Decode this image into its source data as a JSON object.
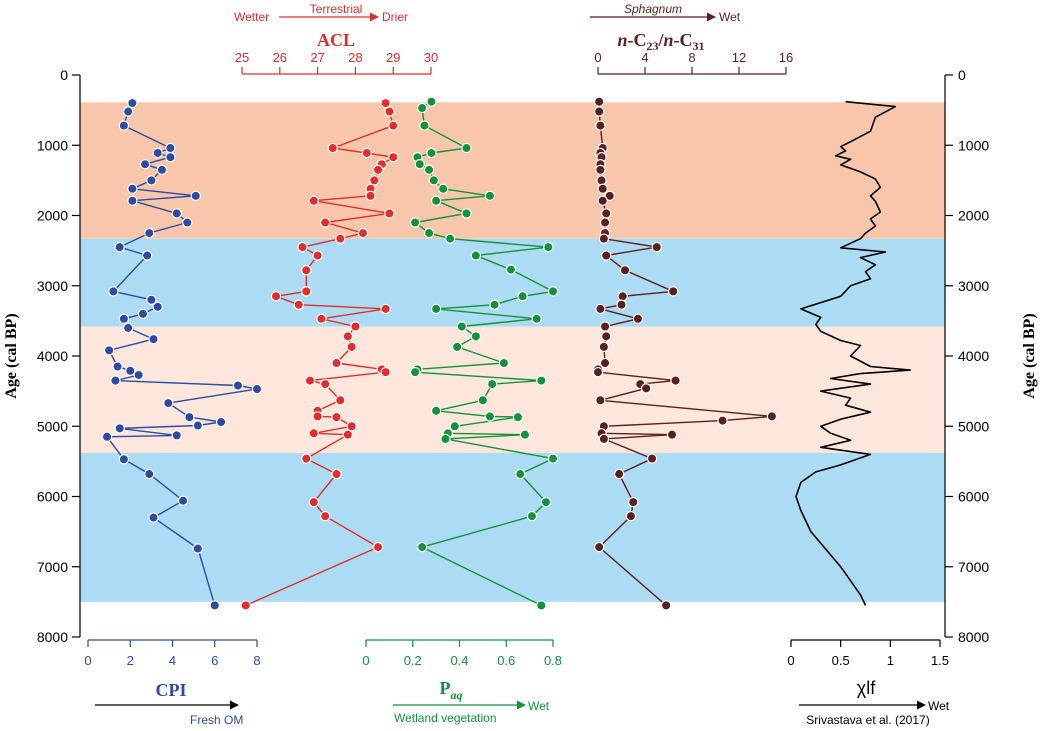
{
  "chart_data": {
    "type": "line",
    "y_axis": {
      "label": "Age (cal BP)",
      "ticks": [
        "0",
        "1000",
        "2000",
        "3000",
        "4000",
        "5000",
        "6000",
        "7000",
        "8000"
      ],
      "range": [
        0,
        8000
      ],
      "inverted": true
    },
    "zones": [
      {
        "from": 390,
        "to": 2330,
        "color": "#f8c6aa"
      },
      {
        "from": 2330,
        "to": 3580,
        "color": "#acdcf4"
      },
      {
        "from": 3580,
        "to": 5380,
        "color": "#fde6dc"
      },
      {
        "from": 5380,
        "to": 7500,
        "color": "#acdcf4"
      }
    ],
    "series": [
      {
        "name": "CPI",
        "color": "#2e4aa3",
        "xlim": [
          0,
          8
        ],
        "tick_labels": [
          "0",
          "2",
          "4",
          "6",
          "8"
        ],
        "axis": "bottom",
        "arrow_note": "Fresh OM",
        "points": [
          [
            2.1,
            400
          ],
          [
            1.9,
            520
          ],
          [
            1.7,
            720
          ],
          [
            3.9,
            1040
          ],
          [
            3.3,
            1110
          ],
          [
            3.9,
            1170
          ],
          [
            2.7,
            1270
          ],
          [
            3.5,
            1350
          ],
          [
            3.0,
            1500
          ],
          [
            2.1,
            1620
          ],
          [
            5.1,
            1720
          ],
          [
            2.1,
            1790
          ],
          [
            4.2,
            1970
          ],
          [
            4.7,
            2100
          ],
          [
            2.9,
            2250
          ],
          [
            1.5,
            2450
          ],
          [
            2.8,
            2570
          ],
          [
            1.2,
            3080
          ],
          [
            3.0,
            3200
          ],
          [
            3.3,
            3300
          ],
          [
            2.6,
            3400
          ],
          [
            1.7,
            3470
          ],
          [
            1.9,
            3600
          ],
          [
            3.1,
            3760
          ],
          [
            1.0,
            3920
          ],
          [
            1.4,
            4150
          ],
          [
            2.0,
            4210
          ],
          [
            2.4,
            4270
          ],
          [
            1.3,
            4350
          ],
          [
            7.1,
            4420
          ],
          [
            8.0,
            4470
          ],
          [
            3.8,
            4670
          ],
          [
            4.8,
            4870
          ],
          [
            6.3,
            4940
          ],
          [
            5.2,
            4990
          ],
          [
            1.5,
            5030
          ],
          [
            4.2,
            5130
          ],
          [
            0.9,
            5150
          ],
          [
            1.7,
            5470
          ],
          [
            2.9,
            5680
          ],
          [
            4.5,
            6060
          ],
          [
            3.1,
            6300
          ],
          [
            5.2,
            6740
          ],
          [
            6.0,
            7550
          ]
        ]
      },
      {
        "name": "ACL",
        "color": "#e32d2d",
        "xlim": [
          25,
          30
        ],
        "tick_labels": [
          "25",
          "26",
          "27",
          "28",
          "29",
          "30"
        ],
        "axis": "top",
        "arrow_note": "Terrestrial",
        "left_note": "Wetter",
        "right_note": "Drier",
        "points": [
          [
            28.8,
            400
          ],
          [
            28.9,
            520
          ],
          [
            29.0,
            720
          ],
          [
            27.4,
            1040
          ],
          [
            28.3,
            1110
          ],
          [
            29.0,
            1170
          ],
          [
            28.7,
            1270
          ],
          [
            28.6,
            1350
          ],
          [
            28.5,
            1500
          ],
          [
            28.4,
            1620
          ],
          [
            28.4,
            1720
          ],
          [
            26.9,
            1790
          ],
          [
            28.9,
            1970
          ],
          [
            27.2,
            2100
          ],
          [
            28.2,
            2250
          ],
          [
            27.6,
            2330
          ],
          [
            26.6,
            2450
          ],
          [
            27.0,
            2570
          ],
          [
            26.7,
            2780
          ],
          [
            26.7,
            3080
          ],
          [
            25.9,
            3150
          ],
          [
            26.5,
            3270
          ],
          [
            28.8,
            3330
          ],
          [
            27.1,
            3470
          ],
          [
            28.0,
            3580
          ],
          [
            27.8,
            3720
          ],
          [
            27.9,
            3870
          ],
          [
            27.5,
            4100
          ],
          [
            28.7,
            4190
          ],
          [
            28.8,
            4230
          ],
          [
            26.8,
            4350
          ],
          [
            27.2,
            4400
          ],
          [
            27.6,
            4630
          ],
          [
            27.0,
            4780
          ],
          [
            27.0,
            4860
          ],
          [
            27.5,
            4870
          ],
          [
            27.9,
            5000
          ],
          [
            26.9,
            5100
          ],
          [
            27.8,
            5120
          ],
          [
            26.7,
            5460
          ],
          [
            27.5,
            5680
          ],
          [
            26.9,
            6080
          ],
          [
            27.2,
            6280
          ],
          [
            28.6,
            6720
          ],
          [
            25.1,
            7550
          ]
        ]
      },
      {
        "name": "P_aq",
        "color": "#14923a",
        "xlim": [
          0,
          0.8
        ],
        "tick_labels": [
          "0",
          "0.2",
          "0.4",
          "0.6",
          "0.8"
        ],
        "axis": "bottom",
        "arrow_note": "Wetland vegetation",
        "right_note": "Wet",
        "points": [
          [
            0.28,
            380
          ],
          [
            0.24,
            470
          ],
          [
            0.25,
            720
          ],
          [
            0.43,
            1040
          ],
          [
            0.28,
            1110
          ],
          [
            0.22,
            1170
          ],
          [
            0.23,
            1270
          ],
          [
            0.27,
            1350
          ],
          [
            0.29,
            1500
          ],
          [
            0.33,
            1620
          ],
          [
            0.53,
            1720
          ],
          [
            0.3,
            1790
          ],
          [
            0.43,
            1970
          ],
          [
            0.21,
            2100
          ],
          [
            0.27,
            2250
          ],
          [
            0.36,
            2330
          ],
          [
            0.78,
            2450
          ],
          [
            0.47,
            2570
          ],
          [
            0.62,
            2770
          ],
          [
            0.8,
            3080
          ],
          [
            0.67,
            3150
          ],
          [
            0.55,
            3270
          ],
          [
            0.3,
            3330
          ],
          [
            0.73,
            3470
          ],
          [
            0.41,
            3580
          ],
          [
            0.47,
            3720
          ],
          [
            0.39,
            3870
          ],
          [
            0.59,
            4100
          ],
          [
            0.22,
            4190
          ],
          [
            0.21,
            4230
          ],
          [
            0.75,
            4350
          ],
          [
            0.54,
            4400
          ],
          [
            0.5,
            4630
          ],
          [
            0.3,
            4780
          ],
          [
            0.53,
            4860
          ],
          [
            0.65,
            4870
          ],
          [
            0.38,
            5000
          ],
          [
            0.35,
            5100
          ],
          [
            0.68,
            5120
          ],
          [
            0.34,
            5180
          ],
          [
            0.8,
            5460
          ],
          [
            0.66,
            5680
          ],
          [
            0.77,
            6080
          ],
          [
            0.71,
            6280
          ],
          [
            0.24,
            6720
          ],
          [
            0.75,
            7550
          ]
        ]
      },
      {
        "name": "n-C23/n-C31",
        "color": "#5a1f1f",
        "xlim": [
          0,
          16
        ],
        "tick_labels": [
          "0",
          "4",
          "8",
          "12",
          "16"
        ],
        "axis": "top",
        "arrow_note": "Sphagnum",
        "right_note": "Wet",
        "points": [
          [
            0.1,
            380
          ],
          [
            0.1,
            520
          ],
          [
            0.2,
            720
          ],
          [
            0.4,
            1040
          ],
          [
            0.2,
            1110
          ],
          [
            0.3,
            1170
          ],
          [
            0.2,
            1270
          ],
          [
            0.2,
            1350
          ],
          [
            0.3,
            1500
          ],
          [
            0.4,
            1620
          ],
          [
            1.0,
            1720
          ],
          [
            0.4,
            1790
          ],
          [
            0.7,
            1970
          ],
          [
            0.6,
            2100
          ],
          [
            0.6,
            2250
          ],
          [
            0.5,
            2330
          ],
          [
            5.0,
            2450
          ],
          [
            0.7,
            2570
          ],
          [
            2.3,
            2780
          ],
          [
            6.4,
            3080
          ],
          [
            2.1,
            3150
          ],
          [
            2.0,
            3270
          ],
          [
            0.2,
            3330
          ],
          [
            3.4,
            3470
          ],
          [
            0.6,
            3580
          ],
          [
            0.7,
            3720
          ],
          [
            0.5,
            3870
          ],
          [
            0.6,
            4100
          ],
          [
            0.0,
            4190
          ],
          [
            0.0,
            4230
          ],
          [
            6.6,
            4350
          ],
          [
            3.6,
            4400
          ],
          [
            4.1,
            4460
          ],
          [
            0.2,
            4630
          ],
          [
            14.8,
            4860
          ],
          [
            10.6,
            4920
          ],
          [
            0.5,
            5000
          ],
          [
            0.3,
            5100
          ],
          [
            6.3,
            5120
          ],
          [
            0.5,
            5180
          ],
          [
            4.6,
            5460
          ],
          [
            1.8,
            5680
          ],
          [
            3.0,
            6080
          ],
          [
            2.8,
            6280
          ],
          [
            0.1,
            6720
          ],
          [
            5.8,
            7550
          ]
        ]
      },
      {
        "name": "χlf",
        "color": "#000000",
        "xlim": [
          0,
          1.5
        ],
        "tick_labels": [
          "0",
          "0.5",
          "1",
          "1.5"
        ],
        "axis": "bottom",
        "arrow_note": "Wet",
        "citation": "Srivastava et al. (2017)",
        "points": [
          [
            0.55,
            380
          ],
          [
            1.05,
            450
          ],
          [
            0.85,
            600
          ],
          [
            0.8,
            800
          ],
          [
            0.6,
            950
          ],
          [
            0.5,
            1020
          ],
          [
            0.55,
            1080
          ],
          [
            0.45,
            1150
          ],
          [
            0.6,
            1200
          ],
          [
            0.5,
            1280
          ],
          [
            0.7,
            1380
          ],
          [
            0.85,
            1480
          ],
          [
            0.9,
            1600
          ],
          [
            0.8,
            1720
          ],
          [
            0.85,
            1800
          ],
          [
            0.9,
            1950
          ],
          [
            0.8,
            2050
          ],
          [
            0.85,
            2150
          ],
          [
            0.75,
            2250
          ],
          [
            0.7,
            2330
          ],
          [
            0.5,
            2460
          ],
          [
            0.95,
            2520
          ],
          [
            0.7,
            2600
          ],
          [
            0.85,
            2700
          ],
          [
            0.75,
            2800
          ],
          [
            0.8,
            2900
          ],
          [
            0.6,
            3000
          ],
          [
            0.5,
            3150
          ],
          [
            0.1,
            3330
          ],
          [
            0.3,
            3450
          ],
          [
            0.25,
            3550
          ],
          [
            0.3,
            3650
          ],
          [
            0.5,
            3780
          ],
          [
            0.7,
            3850
          ],
          [
            0.6,
            4000
          ],
          [
            0.8,
            4150
          ],
          [
            1.2,
            4200
          ],
          [
            0.7,
            4250
          ],
          [
            0.4,
            4320
          ],
          [
            0.8,
            4400
          ],
          [
            0.3,
            4500
          ],
          [
            0.6,
            4600
          ],
          [
            0.55,
            4700
          ],
          [
            0.8,
            4800
          ],
          [
            0.5,
            4900
          ],
          [
            0.3,
            5000
          ],
          [
            0.4,
            5100
          ],
          [
            0.6,
            5200
          ],
          [
            0.3,
            5300
          ],
          [
            0.8,
            5400
          ],
          [
            0.5,
            5550
          ],
          [
            0.25,
            5650
          ],
          [
            0.1,
            5800
          ],
          [
            0.05,
            6000
          ],
          [
            0.1,
            6200
          ],
          [
            0.2,
            6500
          ],
          [
            0.5,
            7000
          ],
          [
            0.6,
            7200
          ],
          [
            0.7,
            7400
          ],
          [
            0.75,
            7550
          ]
        ]
      }
    ]
  }
}
